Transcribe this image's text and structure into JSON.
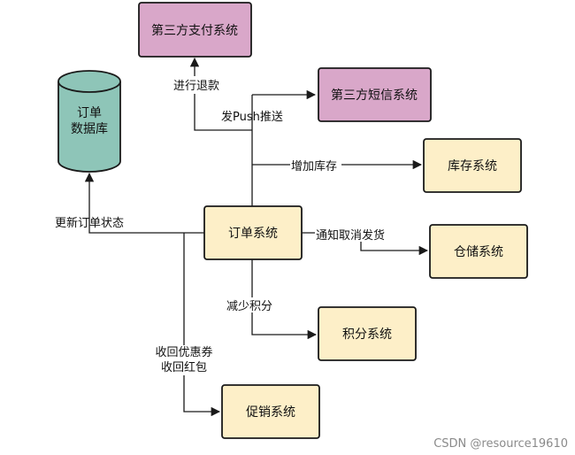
{
  "colors": {
    "external_fill": "#d9a7c9",
    "internal_fill": "#fdefc8",
    "database_fill": "#8ec5b8",
    "stroke": "#1a1a1a"
  },
  "nodes": {
    "payment": "第三方支付系统",
    "sms": "第三方短信系统",
    "inventory": "库存系统",
    "order": "订单系统",
    "warehouse": "仓储系统",
    "points": "积分系统",
    "promotion": "促销系统",
    "database_line1": "订单",
    "database_line2": "数据库"
  },
  "edges": {
    "refund": "进行退款",
    "push": "发Push推送",
    "add_inventory": "增加库存",
    "update_status": "更新订单状态",
    "cancel_shipping": "通知取消发货",
    "reduce_points": "减少积分",
    "recall_coupon": "收回优惠券",
    "recall_redpacket": "收回红包"
  },
  "watermark": "CSDN @resource19610"
}
